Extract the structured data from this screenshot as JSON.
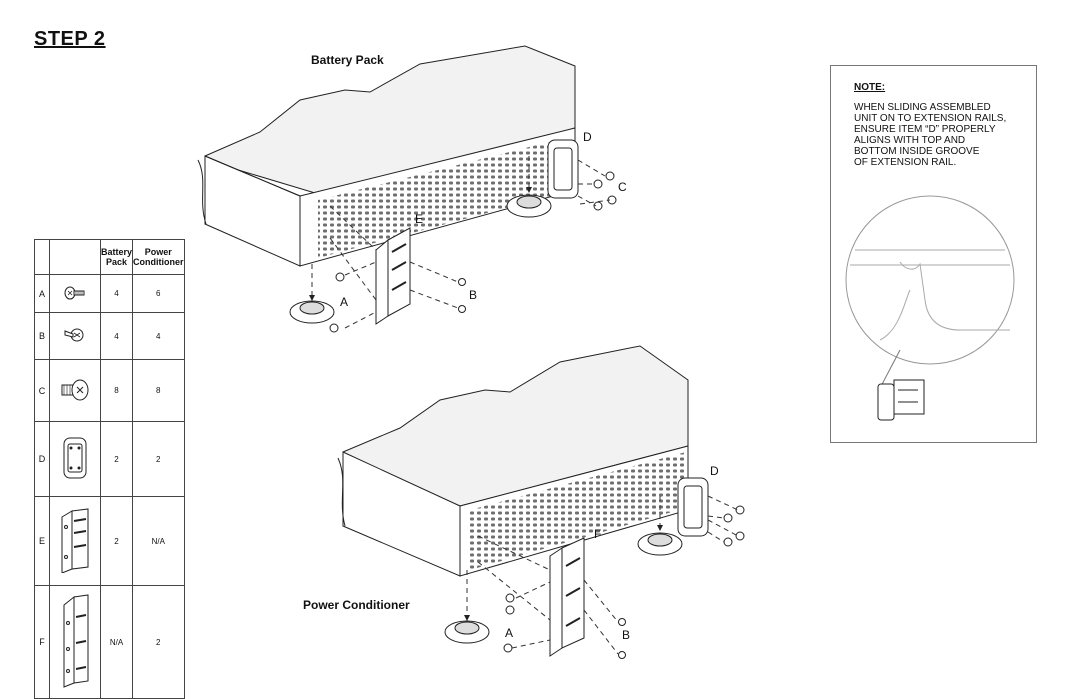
{
  "step_title": "STEP 2",
  "battery_label": "Battery Pack",
  "power_label": "Power Conditioner",
  "callouts_top": {
    "a": "A",
    "b": "B",
    "c": "C",
    "d": "D",
    "e": "E"
  },
  "callouts_bottom": {
    "a": "A",
    "b": "B",
    "d": "D",
    "f": "F"
  },
  "table": {
    "col_battery": "Battery Pack",
    "col_power": "Power Conditioner",
    "rows": [
      {
        "item": "A",
        "battery": "4",
        "power": "6"
      },
      {
        "item": "B",
        "battery": "4",
        "power": "4"
      },
      {
        "item": "C",
        "battery": "8",
        "power": "8"
      },
      {
        "item": "D",
        "battery": "2",
        "power": "2"
      },
      {
        "item": "E",
        "battery": "2",
        "power": "N/A"
      },
      {
        "item": "F",
        "battery": "N/A",
        "power": "2"
      }
    ]
  },
  "note": {
    "title": "NOTE:",
    "lines": [
      "WHEN SLIDING ASSEMBLED",
      "UNIT ON TO EXTENSION RAILS,",
      "ENSURE ITEM “D” PROPERLY",
      "ALIGNS WITH TOP AND",
      "BOTTOM INSIDE GROOVE",
      "OF EXTENSION RAIL."
    ]
  },
  "icons": [
    "screw-a-icon",
    "screw-b-icon",
    "screw-c-icon",
    "handle-d-icon",
    "bracket-e-icon",
    "bracket-f-icon",
    "foot-icon"
  ]
}
